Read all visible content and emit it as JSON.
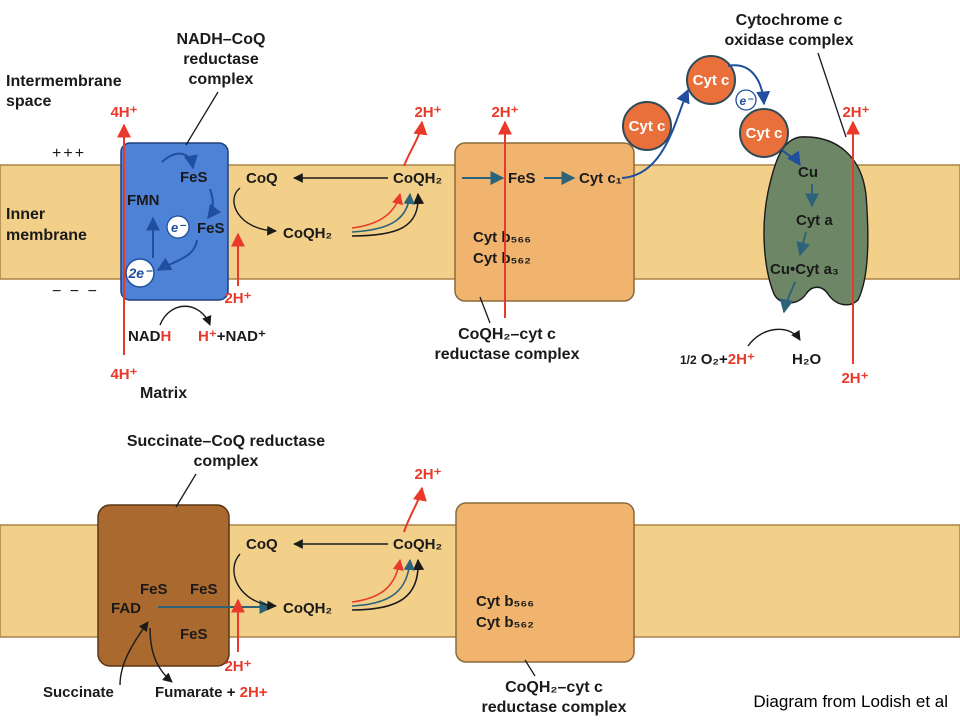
{
  "colors": {
    "membrane": "#f3d08a",
    "membrane_edge": "#a88446",
    "complex_I": "#4d82d6",
    "complex_III": "#f1b46f",
    "complex_IV": "#6d8766",
    "complex_II": "#a9692f",
    "cyt_c": "#e96f3b",
    "proton_arrow": "#e8392a",
    "electron_arrow": "#2c6378"
  },
  "top": {
    "intermembrane_space": [
      "Intermembrane",
      "space"
    ],
    "inner_membrane": [
      "Inner",
      "membrane"
    ],
    "matrix": "Matrix",
    "plus_signs": "+++",
    "minus_signs": "− − −",
    "complex1_title": [
      "NADH–CoQ",
      "reductase",
      "complex"
    ],
    "complex3_title": [
      "CoQH₂–cyt c",
      "reductase complex"
    ],
    "complex4_title": [
      "Cytochrome c",
      "oxidase complex"
    ],
    "h_4_top": "4H⁺",
    "h_4_bottom": "4H⁺",
    "h_2_a": "2H⁺",
    "h_2_b": "2H⁺",
    "h_2_c": "2H⁺",
    "h_2_matrix": "2H⁺",
    "h_2_bottom": "2H⁺",
    "fmn": "FMN",
    "fes_1": "FeS",
    "fes_2": "FeS",
    "e_minus": "e⁻",
    "two_e": "2e⁻",
    "coq": "CoQ",
    "coqh2_left": "CoQH₂",
    "coqh2_top": "CoQH₂",
    "fes_3": "FeS",
    "cyt_c1": "Cyt c₁",
    "cyt_b566": "Cyt b₅₆₆",
    "cyt_b562": "Cyt b₅₆₂",
    "cytc_1": "Cyt c",
    "cytc_2": "Cyt c",
    "cytc_3": "Cyt c",
    "e_minus_cytc": "e⁻",
    "cu": "Cu",
    "cyt_a": "Cyt a",
    "cu_cyt_a3": "Cu•Cyt a₃",
    "nadh_black": "NAD",
    "nadh_red": "H",
    "hplus_red": "H⁺",
    "nad_plus": "+NAD⁺",
    "half": "1/2",
    "o2": "O₂+",
    "two_h_red": "2H⁺",
    "h2o": "H₂O"
  },
  "bottom": {
    "complex2_title": [
      "Succinate–CoQ reductase",
      "complex"
    ],
    "complex3_title": [
      "CoQH₂–cyt c",
      "reductase complex"
    ],
    "h_2_top": "2H⁺",
    "h_2_bottom": "2H⁺",
    "coq": "CoQ",
    "coqh2_top": "CoQH₂",
    "coqh2_left": "CoQH₂",
    "fes_a": "FeS",
    "fes_b": "FeS",
    "fes_c": "FeS",
    "fad": "FAD",
    "cyt_b566": "Cyt b₅₆₆",
    "cyt_b562": "Cyt b₅₆₂",
    "succinate": "Succinate",
    "fumarate": "Fumarate + ",
    "fumarate_h": "2H+"
  },
  "credit": "Diagram from Lodish et al"
}
